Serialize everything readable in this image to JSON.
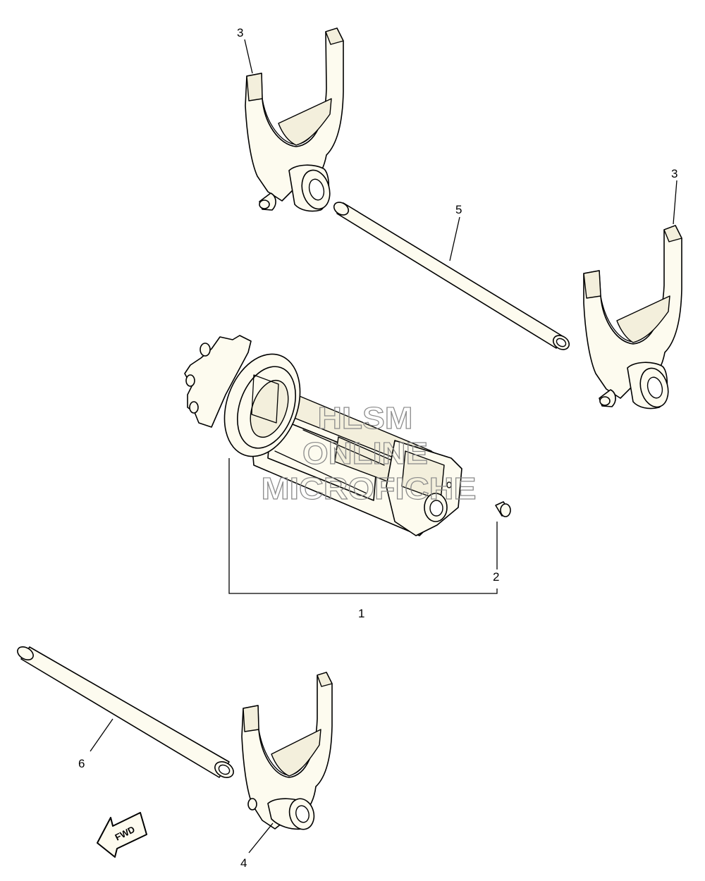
{
  "callouts": {
    "c1": "1",
    "c2": "2",
    "c3a": "3",
    "c3b": "3",
    "c4": "4",
    "c5": "5",
    "c6": "6"
  },
  "watermark": {
    "line1": "HLSM",
    "line2": "ONLINE",
    "line3": "MICROFICHE"
  },
  "direction_arrow": {
    "label": "FWD",
    "icon": "fwd-arrow-icon"
  },
  "colors": {
    "part_fill": "#fdfbef",
    "line": "#000000",
    "watermark": "#8a8a8a"
  }
}
